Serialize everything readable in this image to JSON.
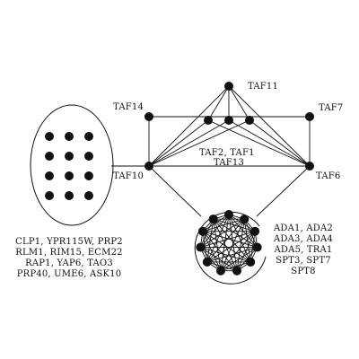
{
  "diagram": {
    "labels": {
      "taf11": "TAF11",
      "taf14": "TAF14",
      "taf7": "TAF7",
      "taf10": "TAF10",
      "taf6": "TAF6",
      "taf2_taf1": "TAF2, TAF1",
      "taf13": "TAF13"
    },
    "left_group_text": [
      "CLP1, YPR115W, PRP2",
      "RLM1, RIM15, ECM22",
      "RAP1, YAP6, TAO3",
      "PRP40, UME6, ASK10"
    ],
    "right_group_text": [
      "ADA1, ADA2",
      "ADA3, ADA4",
      "ADA5, TRA1",
      "SPT3, SPT7",
      "SPT8"
    ],
    "left_group_node_count": 12,
    "cluster_node_count": 11,
    "colors": {
      "ink": "#111111",
      "background": "#ffffff"
    }
  }
}
